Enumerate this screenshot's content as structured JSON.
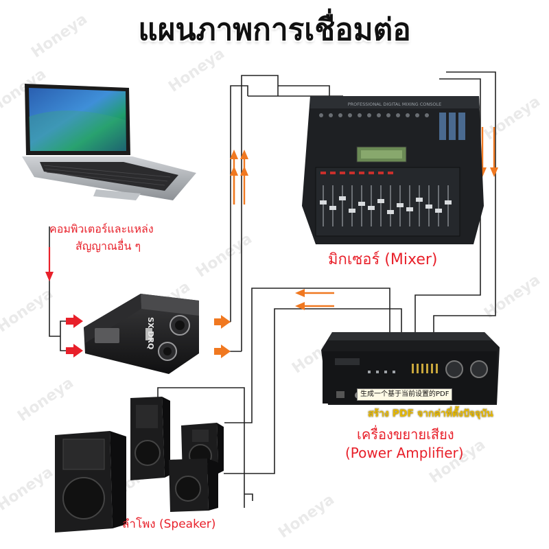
{
  "title": "แผนภาพการเชื่อมต่อ",
  "labels": {
    "computer_line1": "คอมพิวเตอร์และแหล่ง",
    "computer_line2": "สัญญาณอื่น ๆ",
    "mixer": "มิกเซอร์ (Mixer)",
    "amplifier_line1": "เครื่องขยายเสียง",
    "amplifier_line2": "(Power Amplifier)",
    "speaker": "ลำโพง (Speaker)"
  },
  "overlays": {
    "chinese_button": "生成一个基于当前设置的PDF",
    "create_pdf": "สร้าง PDF จากค่าที่ตั้งปัจจุบัน"
  },
  "device_text": {
    "di_box_brand": "SX DRQ",
    "mixer_brand": "PROFESSIONAL DIGITAL MIXING CONSOLE"
  },
  "watermark": "Honeya",
  "colors": {
    "label_red": "#e8202a",
    "wire": "#222222",
    "signal_arrow": "#f07820",
    "input_arrow": "#e8202a",
    "overlay_yellow": "#e6b800"
  }
}
